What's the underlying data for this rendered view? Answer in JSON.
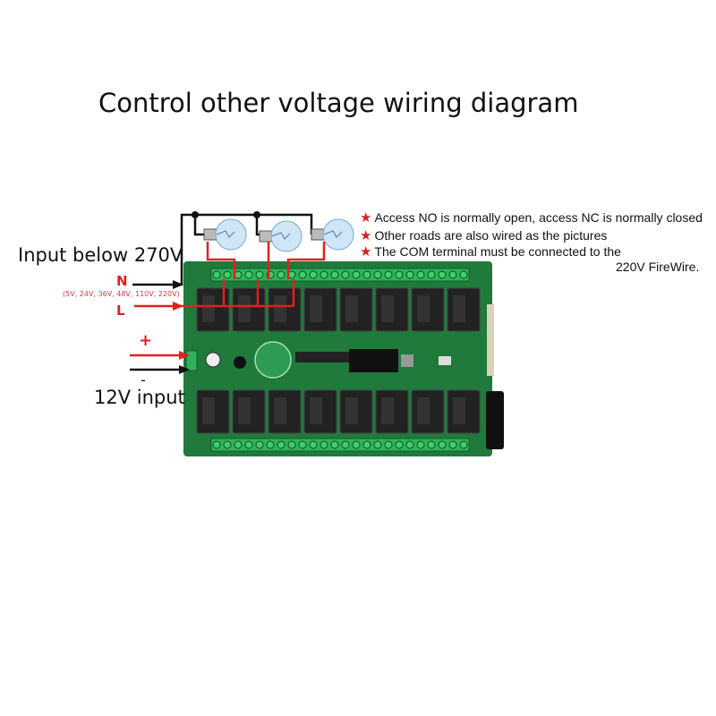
{
  "title": "Control other voltage wiring diagram",
  "notes": [
    "Access NO is normally open, access NC is normally closed",
    "Other roads are also wired as the pictures",
    "The COM terminal must be connected to the",
    "220V FireWire."
  ],
  "labels": {
    "input": "Input below 270V",
    "n": "N",
    "l": "L",
    "voltages": "(5V, 24V, 36V, 48V, 110V, 220V)",
    "plus": "+",
    "minus": "-",
    "input_12v": "12V input"
  },
  "colors": {
    "board": "#1f7a3c",
    "terminal": "#2fb35a",
    "relay": "#222222",
    "wire_live": "#e02020",
    "wire_neutral": "#111111"
  }
}
